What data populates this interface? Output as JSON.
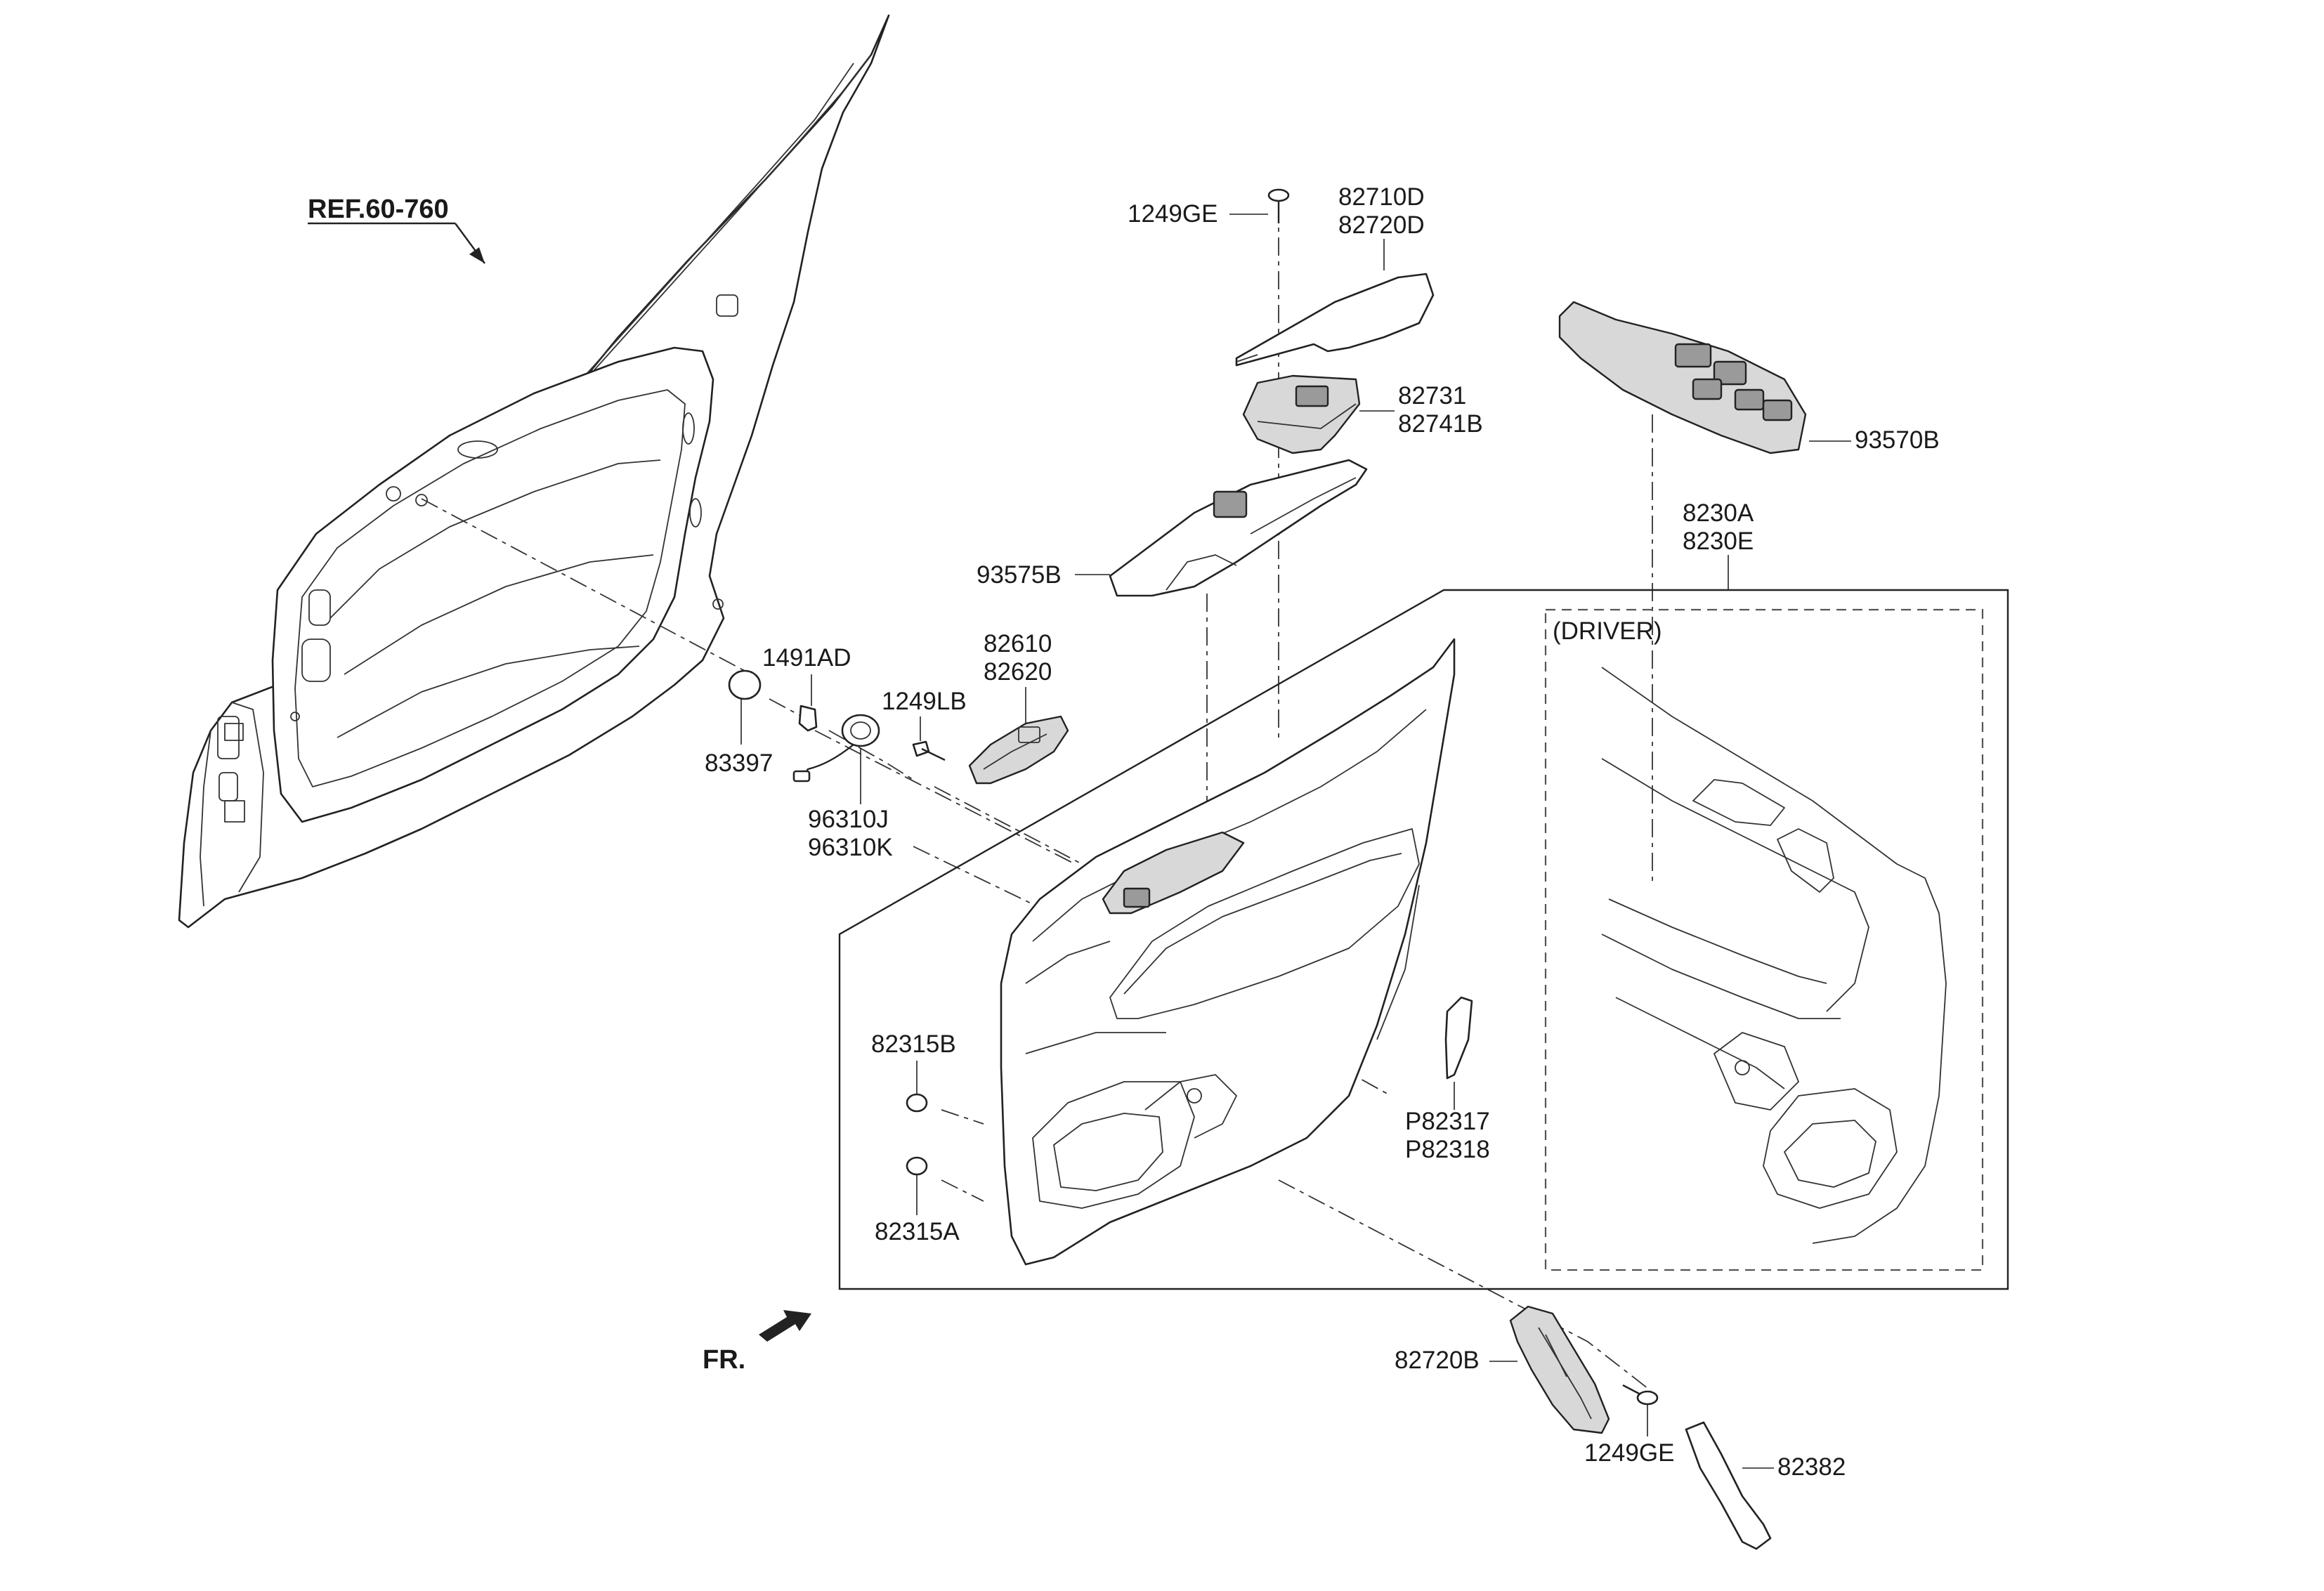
{
  "diagram": {
    "ref_label": "REF.60-760",
    "fr_label": "FR.",
    "driver_label": "(DRIVER)",
    "parts": {
      "p1249GE_top": "1249GE",
      "p82710D": "82710D",
      "p82720D": "82720D",
      "p82731": "82731",
      "p82741B": "82741B",
      "p93570B": "93570B",
      "p8230A": "8230A",
      "p8230E": "8230E",
      "p93575B": "93575B",
      "p1491AD": "1491AD",
      "p82610": "82610",
      "p82620": "82620",
      "p1249LB": "1249LB",
      "p83397": "83397",
      "p96310J": "96310J",
      "p96310K": "96310K",
      "p82315B": "82315B",
      "p82315A": "82315A",
      "pP82317": "P82317",
      "pP82318": "P82318",
      "p82720B": "82720B",
      "p1249GE_bot": "1249GE",
      "p82382": "82382"
    }
  }
}
